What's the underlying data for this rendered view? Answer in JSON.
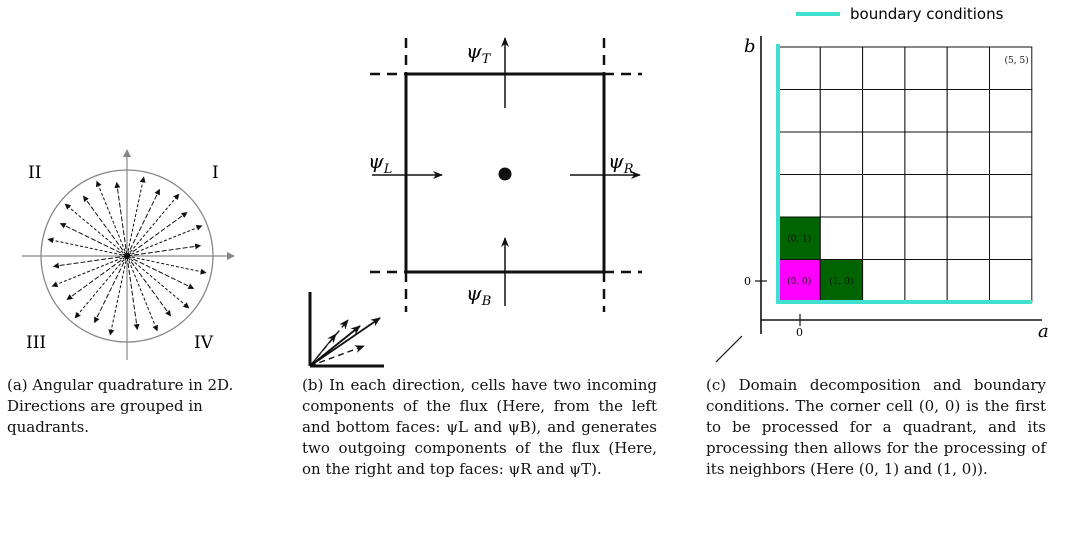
{
  "panel_a": {
    "quadrants": [
      "I",
      "II",
      "III",
      "IV"
    ],
    "caption": "(a) Angular quadrature in 2D. Directions are grouped in quadrants."
  },
  "panel_b": {
    "labels": {
      "top": {
        "sym": "ψ",
        "sub": "T"
      },
      "left": {
        "sym": "ψ",
        "sub": "L"
      },
      "right": {
        "sym": "ψ",
        "sub": "R"
      },
      "bottom": {
        "sym": "ψ",
        "sub": "B"
      }
    },
    "caption": "(b) In each direction, cells have two incoming components of the flux (Here, from the left and bottom faces: ψL and ψB), and generates two outgoing components of the flux (Here, on the right and top faces: ψR and ψT)."
  },
  "panel_c": {
    "legend_label": "boundary conditions",
    "axis_x_label": "a",
    "axis_y_label": "b",
    "tick_x": "0",
    "tick_y": "0",
    "cells": [
      {
        "label": "(0, 0)",
        "col": 0,
        "row": 0,
        "color": "#ff00ff"
      },
      {
        "label": "(0, 1)",
        "col": 0,
        "row": 1,
        "color": "#006400"
      },
      {
        "label": "(1, 0)",
        "col": 1,
        "row": 0,
        "color": "#006400"
      },
      {
        "label": "(5, 5)",
        "col": 5,
        "row": 5,
        "color": "#ffffff"
      }
    ],
    "grid": {
      "cols": 6,
      "rows": 6
    },
    "boundary_color": "#40e0d0",
    "caption": "(c) Domain decomposition and boundary conditions. The corner cell (0, 0) is the first to be processed for a quadrant, and its processing then allows for the processing of its neighbors (Here (0, 1) and (1, 0))."
  }
}
